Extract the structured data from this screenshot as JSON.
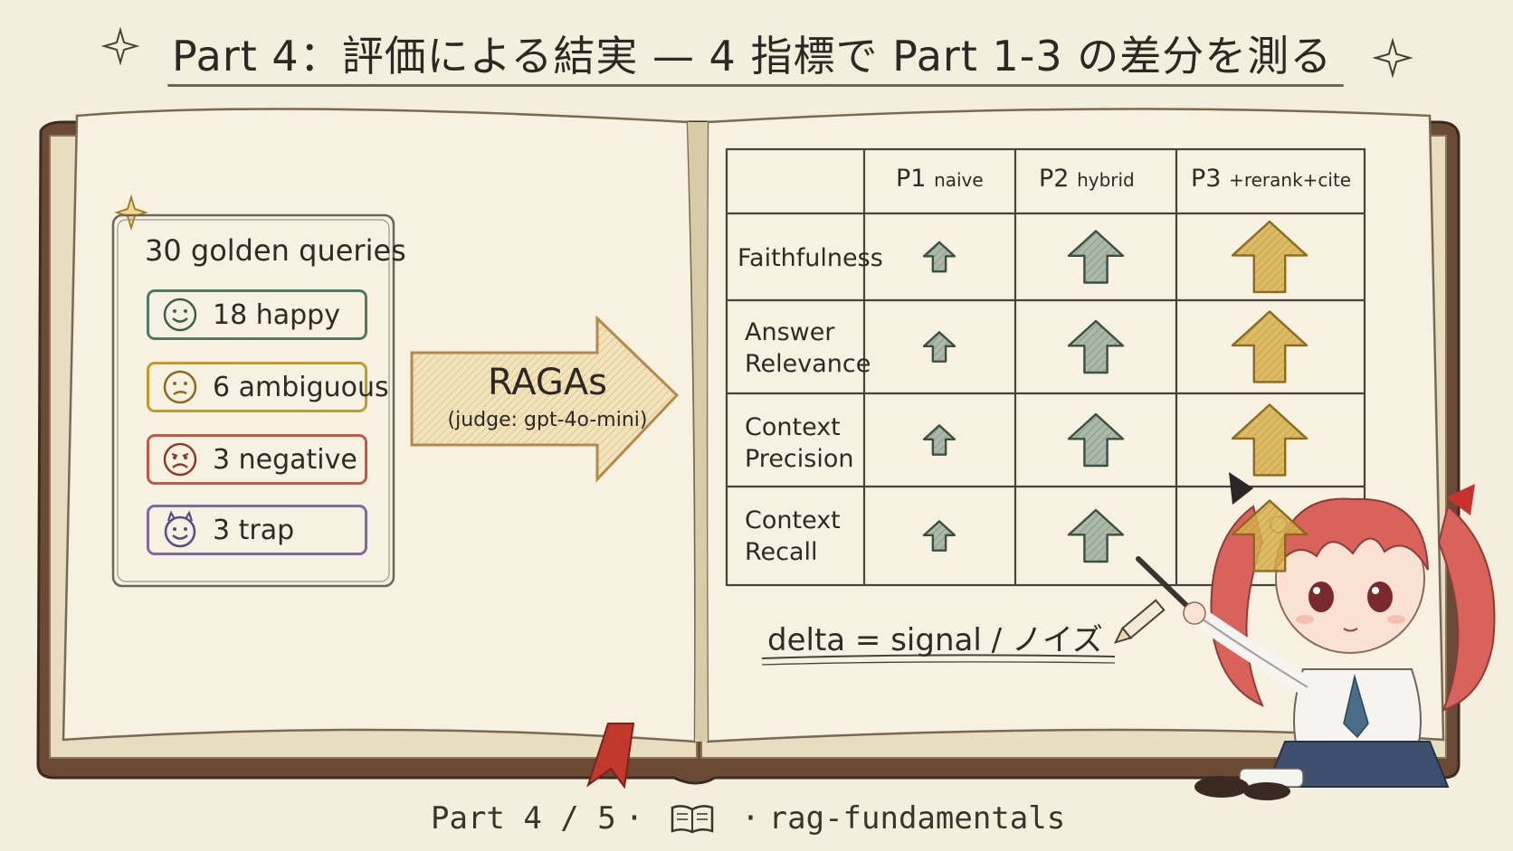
{
  "title": "Part 4：評価による結実 — 4 指標で Part 1-3 の差分を測る",
  "queries": {
    "header": "30 golden queries",
    "items": [
      {
        "label": "18 happy",
        "icon": "smile-face-icon",
        "color": "#4f7a5f"
      },
      {
        "label": "6 ambiguous",
        "icon": "confused-face-icon",
        "color": "#c49a2c"
      },
      {
        "label": "3 negative",
        "icon": "frown-face-icon",
        "color": "#c05a4a"
      },
      {
        "label": "3 trap",
        "icon": "devil-face-icon",
        "color": "#7d6aa6"
      }
    ]
  },
  "evaluator": {
    "name": "RAGAs",
    "judge": "(judge: gpt-4o-mini)"
  },
  "table": {
    "columns": [
      {
        "main": "P1",
        "sub": "naive"
      },
      {
        "main": "P2",
        "sub": "hybrid"
      },
      {
        "main": "P3",
        "sub": "+rerank+cite"
      }
    ],
    "rows": [
      {
        "label": [
          "Faithfulness"
        ],
        "levels": [
          "small",
          "medium",
          "large"
        ]
      },
      {
        "label": [
          "Answer",
          "Relevance"
        ],
        "levels": [
          "small",
          "medium",
          "large"
        ]
      },
      {
        "label": [
          "Context",
          "Precision"
        ],
        "levels": [
          "small",
          "medium",
          "large"
        ]
      },
      {
        "label": [
          "Context",
          "Recall"
        ],
        "levels": [
          "small",
          "medium",
          "large"
        ]
      }
    ]
  },
  "formula": "delta = signal / ノイズ",
  "footer": {
    "part": "Part 4 / 5",
    "dot": "·",
    "repo": "rag-fundamentals"
  },
  "colors": {
    "green_arrow": "#6f8a7a",
    "gold_arrow": "#d8b14d",
    "book_cover": "#6b4a35",
    "page": "#f7f1e1"
  }
}
